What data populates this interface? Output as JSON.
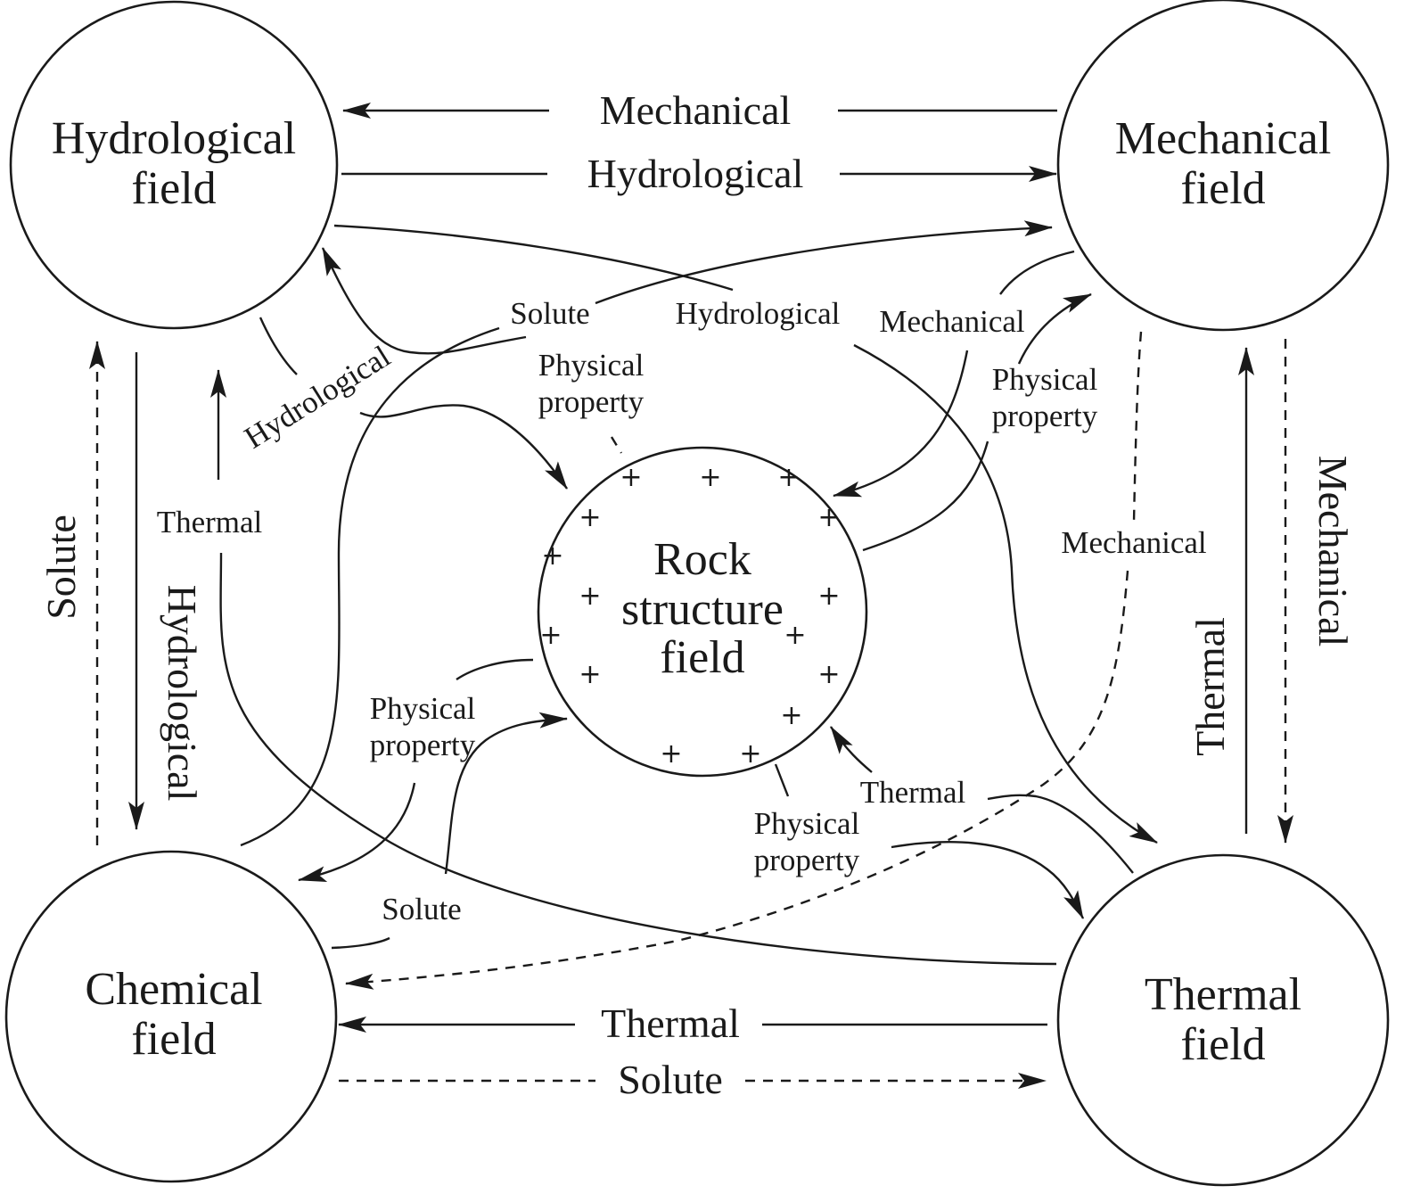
{
  "nodes": {
    "hydrological": {
      "line1": "Hydrological",
      "line2": "field"
    },
    "mechanical": {
      "line1": "Mechanical",
      "line2": "field"
    },
    "chemical": {
      "line1": "Chemical",
      "line2": "field"
    },
    "thermal": {
      "line1": "Thermal",
      "line2": "field"
    },
    "rock": {
      "line1": "Rock",
      "line2": "structure",
      "line3": "field",
      "mark": "+"
    }
  },
  "outer_edges": {
    "top_mechanical": "Mechanical",
    "top_hydrological": "Hydrological",
    "bottom_thermal": "Thermal",
    "bottom_solute": "Solute",
    "left_solute": "Solute",
    "left_hydrological": "Hydrological",
    "right_thermal": "Thermal",
    "right_mechanical": "Mechanical"
  },
  "inner_edges": {
    "solute_chem_to_mech": "Solute",
    "hydro_hydro_to_thermal": "Hydrological",
    "mech_mech_to_rock": "Mechanical",
    "mech_mech_to_chem": "Mechanical",
    "hydro_hydro_to_rock": "Hydrological",
    "thermal_thermal_to_hydro": "Thermal",
    "thermal_thermal_to_rock": "Thermal",
    "solute_chem_to_rock": "Solute"
  },
  "physical_property": {
    "top_line1": "Physical",
    "top_line2": "property",
    "right_line1": "Physical",
    "right_line2": "property",
    "left_line1": "Physical",
    "left_line2": "property",
    "bottom_line1": "Physical",
    "bottom_line2": "property"
  }
}
